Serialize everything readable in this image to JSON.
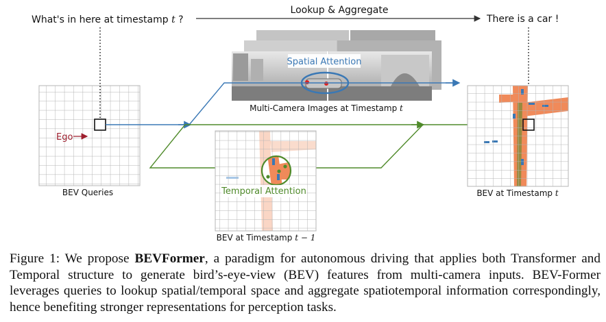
{
  "diagram": {
    "query_question": "What's in here at timestamp",
    "query_question_var": "t",
    "query_question_end": "?",
    "top_arrow_label": "Lookup & Aggregate",
    "answer_label": "There is a car !",
    "ego_label": "Ego",
    "bev_queries_label": "BEV Queries",
    "spatial_attention_label": "Spatial Attention",
    "multicam_label_prefix": "Multi-Camera Images at Timestamp",
    "multicam_label_var": "t",
    "temporal_attention_label": "Temporal Attention",
    "bev_prev_label_prefix": "BEV at Timestamp",
    "bev_prev_label_var": "t − 1",
    "bev_cur_label_prefix": "BEV at Timestamp",
    "bev_cur_label_var": "t",
    "colors": {
      "spatial_blue": "#3a78b5",
      "temporal_green": "#4f8a2a",
      "ego_red": "#9e1f2e",
      "road_orange": "#f08a5a",
      "grid_gray": "#b4b4b4"
    }
  },
  "caption": {
    "lead": "Figure 1: We propose ",
    "name": "BEVFormer",
    "rest": ", a paradigm for autonomous driving that applies both Transformer and Temporal structure to generate bird’s-eye-view (BEV) features from multi-camera inputs. BEV-Former leverages queries to lookup spatial/temporal space and aggregate spatiotemporal information correspondingly, hence benefiting stronger representations for perception tasks."
  }
}
